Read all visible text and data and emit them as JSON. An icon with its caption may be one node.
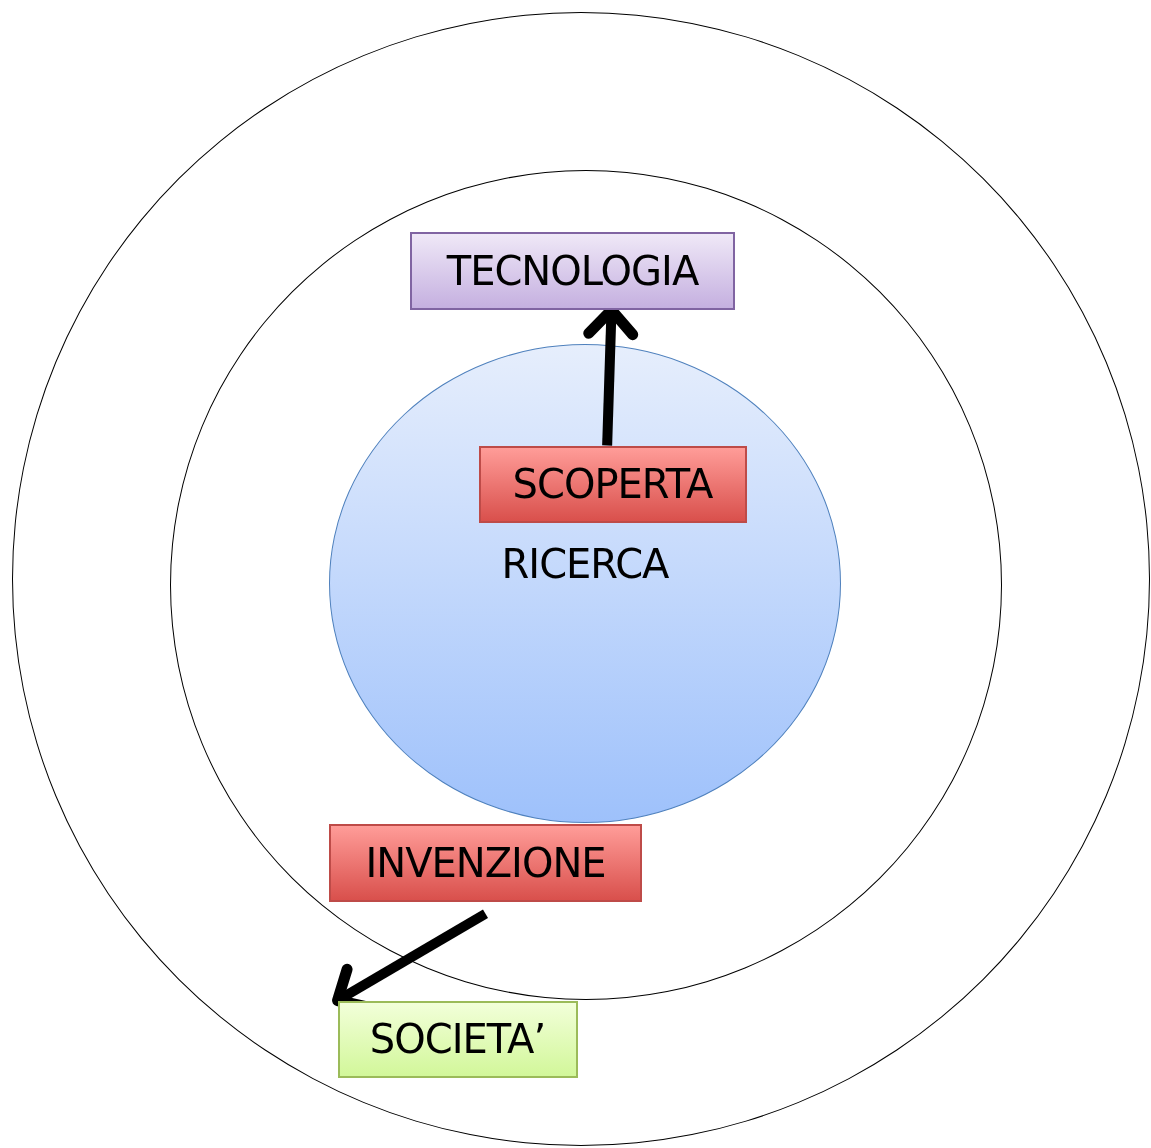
{
  "diagram": {
    "nodes": [
      {
        "text": [],
        "shape": "circle"
      },
      {
        "text": [],
        "shape": "circle",
        "in": 0
      },
      {
        "text": [
          "RICERCA"
        ],
        "in": 1
      },
      {
        "text": [
          "TECNOLOGIA"
        ],
        "in": 1
      },
      {
        "text": [
          "SCOPERTA"
        ],
        "in": 2
      },
      {
        "text": [
          "INVENZIONE"
        ],
        "in": 1
      },
      {
        "text": [
          "SOCIETA’"
        ],
        "in": 0
      }
    ],
    "edges": [
      {
        "from": 4,
        "to": 3,
        "arrow": "to"
      },
      {
        "from": 5,
        "to": 6,
        "arrow": "to"
      }
    ]
  }
}
